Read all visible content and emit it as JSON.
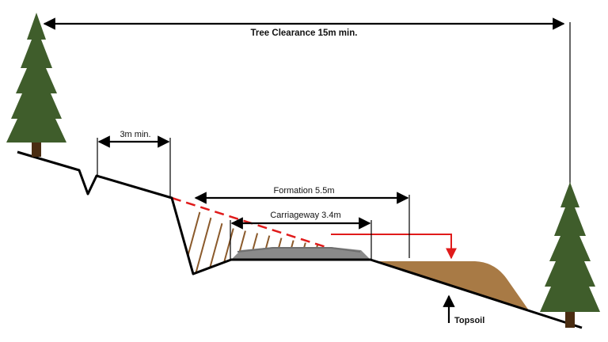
{
  "labels": {
    "tree_clearance": "Tree Clearance 15m min.",
    "ditch_offset": "3m min.",
    "formation": "Formation 5.5m",
    "carriageway": "Carriageway 3.4m",
    "topsoil": "Topsoil"
  },
  "colors": {
    "ground_line": "#000000",
    "tree_foliage": "#3f5d2b",
    "tree_trunk": "#4a2d12",
    "cut_hatch": "#8b5a2b",
    "topsoil_fill": "#a87a45",
    "road_surface": "#8a8a8a",
    "road_base": "#6f6f6f",
    "cut_line": "#e01b1b",
    "dimension_line": "#000000"
  },
  "icons": {
    "left_tree": "conifer-tree-icon",
    "right_tree": "conifer-tree-icon"
  }
}
